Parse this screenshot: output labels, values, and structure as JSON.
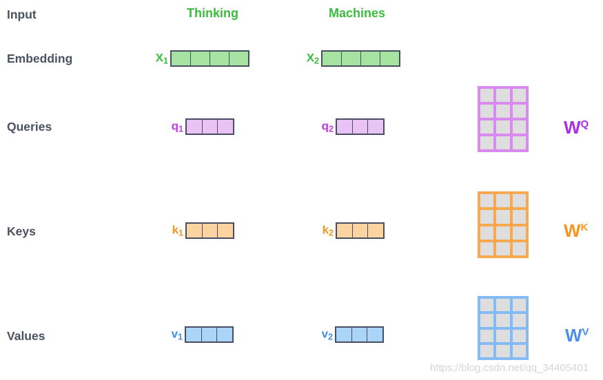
{
  "row_labels": {
    "input": "Input",
    "embedding": "Embedding",
    "queries": "Queries",
    "keys": "Keys",
    "values": "Values"
  },
  "column_headers": {
    "word1": "Thinking",
    "word2": "Machines",
    "color": "#3cbc3c"
  },
  "vectors": {
    "x1": {
      "letter": "X",
      "sub": "1",
      "cells": 4,
      "fill": "#a6e3a0",
      "label_color": "#3cbc3c"
    },
    "x2": {
      "letter": "X",
      "sub": "2",
      "cells": 4,
      "fill": "#a6e3a0",
      "label_color": "#3cbc3c"
    },
    "q1": {
      "letter": "q",
      "sub": "1",
      "cells": 3,
      "fill": "#e9c3f4",
      "label_color": "#c438e8"
    },
    "q2": {
      "letter": "q",
      "sub": "2",
      "cells": 3,
      "fill": "#e9c3f4",
      "label_color": "#c438e8"
    },
    "k1": {
      "letter": "k",
      "sub": "1",
      "cells": 3,
      "fill": "#fcd4a2",
      "label_color": "#f7941e"
    },
    "k2": {
      "letter": "k",
      "sub": "2",
      "cells": 3,
      "fill": "#fcd4a2",
      "label_color": "#f7941e"
    },
    "v1": {
      "letter": "v",
      "sub": "1",
      "cells": 3,
      "fill": "#abd4f9",
      "label_color": "#3f8ee8"
    },
    "v2": {
      "letter": "v",
      "sub": "2",
      "cells": 3,
      "fill": "#abd4f9",
      "label_color": "#3f8ee8"
    }
  },
  "matrices": {
    "wq": {
      "letter": "W",
      "sup": "Q",
      "rows": 4,
      "cols": 3,
      "border_color": "#d98aee",
      "cell_fill": "#dedede",
      "label_color": "#a92fe8"
    },
    "wk": {
      "letter": "W",
      "sup": "K",
      "rows": 4,
      "cols": 3,
      "border_color": "#f8a84e",
      "cell_fill": "#dedede",
      "label_color": "#f7941e"
    },
    "wv": {
      "letter": "W",
      "sup": "V",
      "rows": 4,
      "cols": 3,
      "border_color": "#85bbf5",
      "cell_fill": "#dedede",
      "label_color": "#4a90e8"
    }
  },
  "watermark": {
    "text": "https://blog.csdn.net/qq_34405401",
    "color": "#d5d5d5"
  },
  "diagram": {
    "vector_border_color": "#494d63",
    "background": "#ffffff"
  }
}
